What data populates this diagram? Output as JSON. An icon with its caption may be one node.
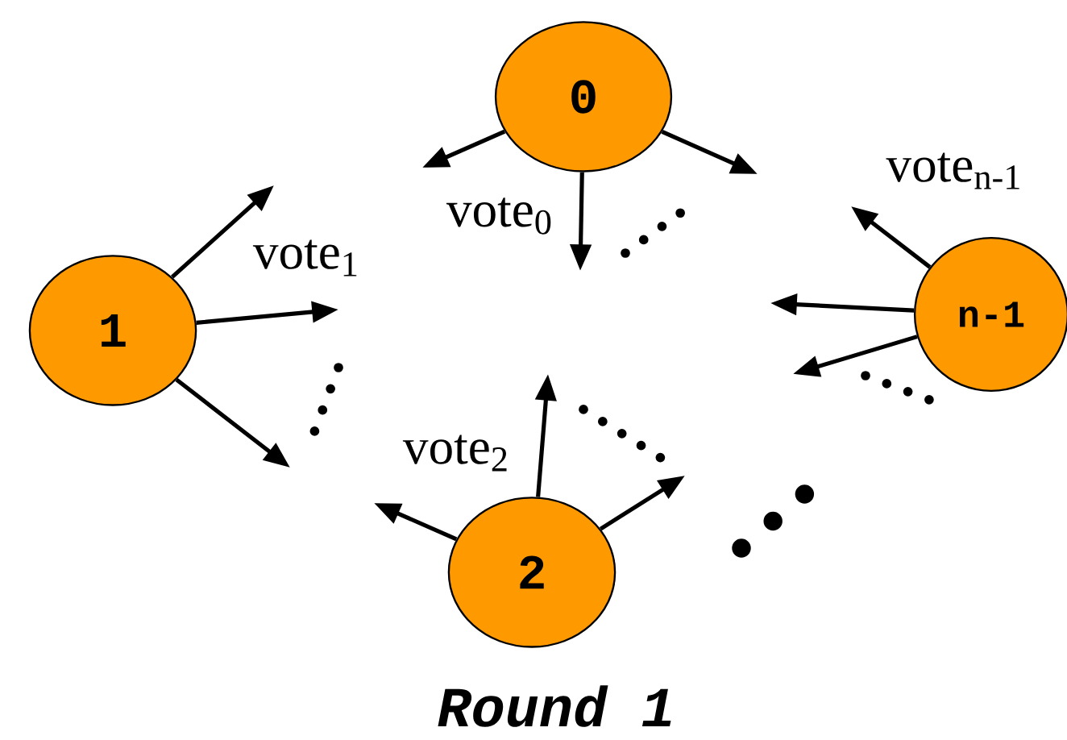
{
  "diagram": {
    "caption": "Round 1",
    "nodes": [
      {
        "text": [
          "0"
        ]
      },
      {
        "text": [
          "1"
        ]
      },
      {
        "text": [
          "2"
        ]
      },
      {
        "text": [
          "n-1"
        ]
      }
    ],
    "edges": [
      {
        "from": 0,
        "to": null,
        "arrow": "to"
      },
      {
        "from": 0,
        "to": null,
        "arrow": "to"
      },
      {
        "from": 0,
        "to": null,
        "arrow": "to"
      },
      {
        "from": 1,
        "to": null,
        "arrow": "to"
      },
      {
        "from": 1,
        "to": null,
        "arrow": "to"
      },
      {
        "from": 1,
        "to": null,
        "arrow": "to"
      },
      {
        "from": 2,
        "to": null,
        "arrow": "to"
      },
      {
        "from": 2,
        "to": null,
        "arrow": "to"
      },
      {
        "from": 2,
        "to": null,
        "arrow": "to"
      },
      {
        "from": 3,
        "to": null,
        "arrow": "to"
      },
      {
        "from": 3,
        "to": null,
        "arrow": "to"
      },
      {
        "from": 3,
        "to": null,
        "arrow": "to"
      }
    ],
    "labels": [
      "vote$_{n-1}$",
      "vote$_{0}$",
      "vote$_{1}$",
      "vote$_{2}$"
    ]
  }
}
